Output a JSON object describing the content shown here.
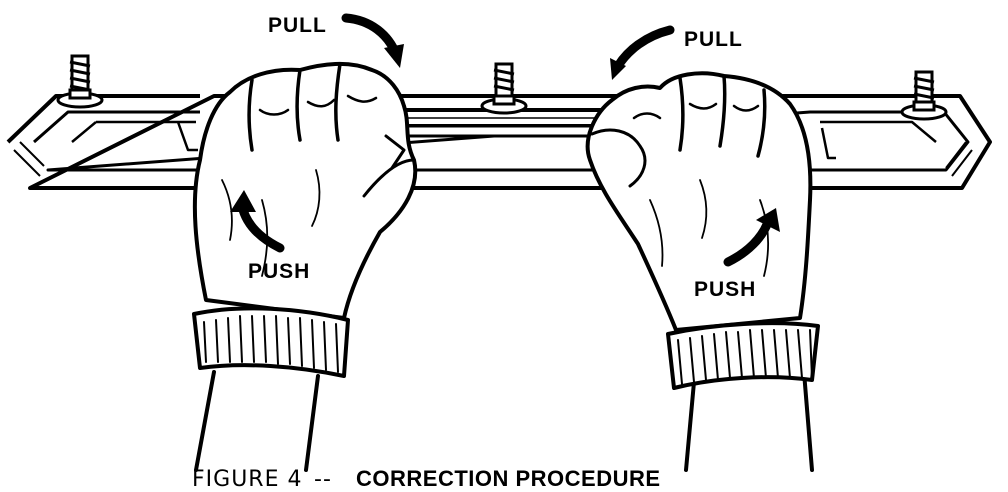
{
  "labels": {
    "pull_left": "PULL",
    "pull_right": "PULL",
    "push_left": "PUSH",
    "push_right": "PUSH"
  },
  "caption": {
    "figure": "FIGURE 4",
    "separator": "--",
    "title": "CORRECTION PROCEDURE"
  },
  "colors": {
    "ink": "#000000",
    "paper": "#ffffff"
  }
}
